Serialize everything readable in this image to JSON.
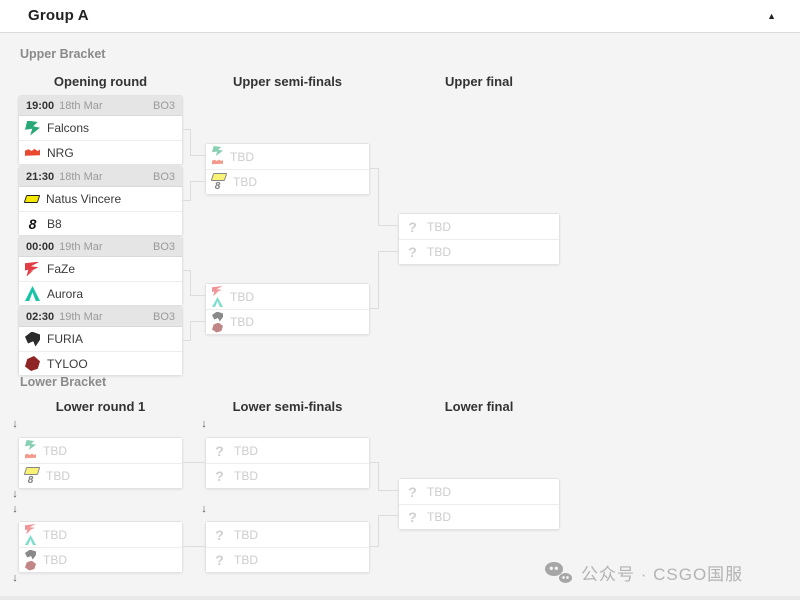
{
  "header": {
    "title": "Group A",
    "collapse_glyph": "▲"
  },
  "upper": {
    "label": "Upper Bracket",
    "columns": [
      "Opening round",
      "Upper semi-finals",
      "Upper final"
    ],
    "matches": [
      {
        "time": "19:00",
        "date": "18th Mar",
        "format": "BO3",
        "teams": [
          {
            "name": "Falcons",
            "icon": "falcons"
          },
          {
            "name": "NRG",
            "icon": "nrg"
          }
        ]
      },
      {
        "time": "21:30",
        "date": "18th Mar",
        "format": "BO3",
        "teams": [
          {
            "name": "Natus Vincere",
            "icon": "navi"
          },
          {
            "name": "B8",
            "icon": "b8"
          }
        ]
      },
      {
        "time": "00:00",
        "date": "19th Mar",
        "format": "BO3",
        "teams": [
          {
            "name": "FaZe",
            "icon": "faze"
          },
          {
            "name": "Aurora",
            "icon": "aurora"
          }
        ]
      },
      {
        "time": "02:30",
        "date": "19th Mar",
        "format": "BO3",
        "teams": [
          {
            "name": "FURIA",
            "icon": "furia"
          },
          {
            "name": "TYLOO",
            "icon": "tyloo"
          }
        ]
      }
    ],
    "semifinals": [
      {
        "slots": [
          {
            "name": "TBD",
            "icons": [
              "falcons",
              "nrg"
            ]
          },
          {
            "name": "TBD",
            "icons": [
              "navi",
              "b8"
            ]
          }
        ]
      },
      {
        "slots": [
          {
            "name": "TBD",
            "icons": [
              "faze",
              "aurora"
            ]
          },
          {
            "name": "TBD",
            "icons": [
              "furia",
              "tyloo"
            ]
          }
        ]
      }
    ],
    "final": {
      "slots": [
        {
          "name": "TBD",
          "icons": [
            "question"
          ]
        },
        {
          "name": "TBD",
          "icons": [
            "question"
          ]
        }
      ]
    }
  },
  "lower": {
    "label": "Lower Bracket",
    "columns": [
      "Lower round 1",
      "Lower semi-finals",
      "Lower final"
    ],
    "drop_arrow": "↓",
    "round1": [
      {
        "slots": [
          {
            "name": "TBD",
            "icons": [
              "falcons",
              "nrg"
            ]
          },
          {
            "name": "TBD",
            "icons": [
              "navi",
              "b8"
            ]
          }
        ]
      },
      {
        "slots": [
          {
            "name": "TBD",
            "icons": [
              "faze",
              "aurora"
            ]
          },
          {
            "name": "TBD",
            "icons": [
              "furia",
              "tyloo"
            ]
          }
        ]
      }
    ],
    "semifinals": [
      {
        "slots": [
          {
            "name": "TBD",
            "icons": [
              "question"
            ]
          },
          {
            "name": "TBD",
            "icons": [
              "question"
            ]
          }
        ]
      },
      {
        "slots": [
          {
            "name": "TBD",
            "icons": [
              "question"
            ]
          },
          {
            "name": "TBD",
            "icons": [
              "question"
            ]
          }
        ]
      }
    ],
    "final": {
      "slots": [
        {
          "name": "TBD",
          "icons": [
            "question"
          ]
        },
        {
          "name": "TBD",
          "icons": [
            "question"
          ]
        }
      ]
    }
  },
  "watermark": {
    "text": "公众号 · CSGO国服",
    "icon": "wechat"
  },
  "colors": {
    "background": "#f4f4f4",
    "box_border": "#e2e2e2",
    "match_header_bg": "#e5e5e5",
    "connector": "#dcdcdc",
    "tbd_text": "#cdcdcd",
    "watermark": "#b3b3b3",
    "falcons_green": "#2aa876",
    "nrg_red": "#e8492f",
    "navi_yellow": "#f5e903",
    "faze_red": "#e23d44",
    "aurora_teal": "#17c3a7",
    "furia_black": "#2b2b2b",
    "tyloo_red": "#8f2424"
  }
}
